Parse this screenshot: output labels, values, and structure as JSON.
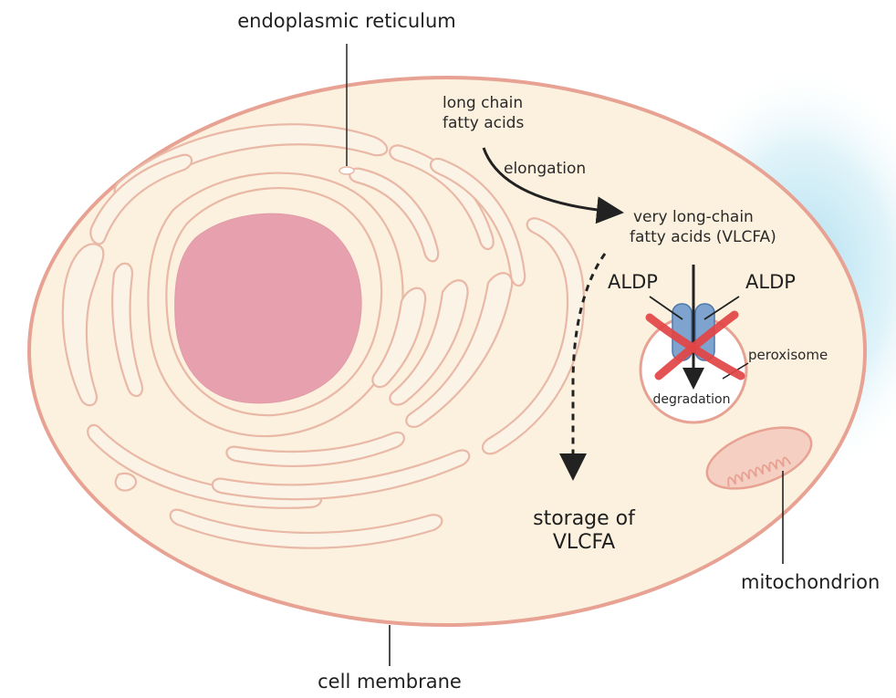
{
  "labels": {
    "er": "endoplasmic reticulum",
    "lcfa_1": "long chain",
    "lcfa_2": "fatty acids",
    "elongation": "elongation",
    "vlcfa_1": "very long-chain",
    "vlcfa_2": "fatty acids (VLCFA)",
    "aldp_left": "ALDP",
    "aldp_right": "ALDP",
    "peroxisome": "peroxisome",
    "degradation": "degradation",
    "storage_1": "storage of",
    "storage_2": "VLCFA",
    "mitochondrion": "mitochondrion",
    "membrane": "cell membrane"
  },
  "colors": {
    "cytoplasm": "#fbf1de",
    "membrane": "#e7a293",
    "er_stroke": "#e9b8a6",
    "nucleus": "#e7a0ae",
    "transporter": "#7fa3cf",
    "cross": "#e24444",
    "glow": "#bfe3ef",
    "arrow": "#222222"
  }
}
